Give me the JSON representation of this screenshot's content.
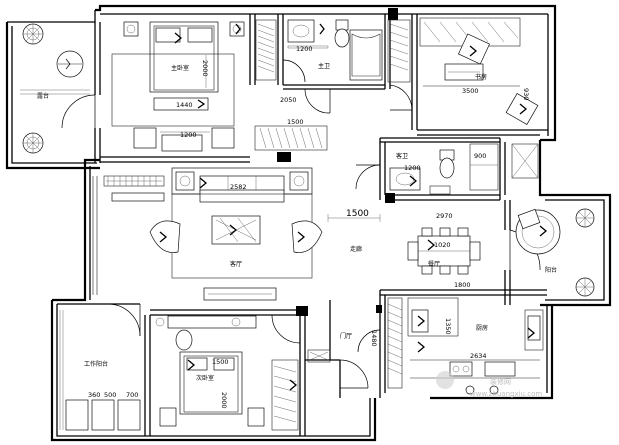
{
  "rooms": {
    "master_bedroom": "主卧室",
    "master_bath": "主卫",
    "study": "书房",
    "terrace": "露台",
    "guest_bath": "客卫",
    "corridor": "走廊",
    "dining": "餐厅",
    "balcony": "阳台",
    "living": "客厅",
    "kitchen": "厨房",
    "foyer": "门厅",
    "second_bedroom": "次卧室",
    "work_balcony": "工作阳台"
  },
  "dims": {
    "d2000": "2000",
    "d1440": "1440",
    "d1200_mbr": "1200",
    "d1200_bath": "1200",
    "d2050": "2050",
    "d1500_corr": "1500",
    "d1500_closet": "1500",
    "d1200_gb": "1200",
    "d900": "900",
    "d3500": "3500",
    "d930": "930",
    "d2582": "2582",
    "d2970": "2970",
    "d1020": "1020",
    "d1800": "1800",
    "d1480": "1480",
    "d1500_br": "1500",
    "d2000_br": "2000",
    "d1350": "1350",
    "d2634": "2634",
    "d360": "360",
    "d500": "500",
    "d700": "700"
  },
  "watermark": {
    "brand": "装修网",
    "url": "www.zhuangxiu.com"
  }
}
